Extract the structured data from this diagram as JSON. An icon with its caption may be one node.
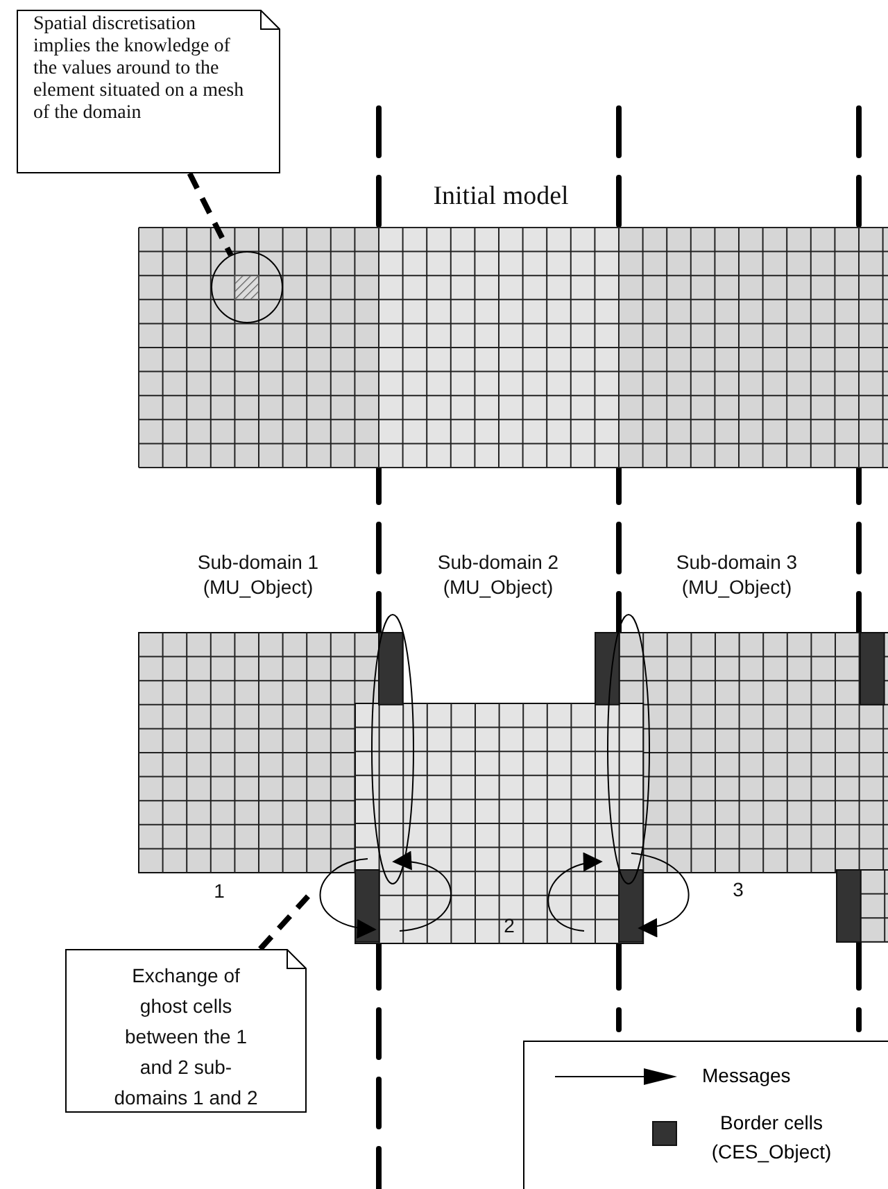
{
  "diagram": {
    "nodes": [
      {
        "text": [
          "Spatial discretisation implies the knowledge of the values around to the element situated on a mesh of the domain"
        ]
      },
      {
        "text": [],
        "shape": "circle"
      },
      {
        "text": [
          "Exchange of ghost cells between the 1 and 2 sub-domains 1 and 2"
        ]
      }
    ],
    "edges": [
      {
        "from": 0,
        "to": 1,
        "arrow": "none",
        "style": "dashed"
      },
      {
        "from": 2,
        "to": null,
        "arrow": "none",
        "style": "dashed"
      }
    ],
    "labels": [
      "Initial model",
      "Sub-domain 1 (MU_Object)",
      "Sub-domain 2 (MU_Object)",
      "Sub-domain 3 (MU_Object)",
      "1",
      "3",
      "2"
    ],
    "legend": [
      {
        "text": "Messages"
      },
      {
        "text": "Border cells (CES_Object)",
        "color": "#333333"
      }
    ]
  }
}
